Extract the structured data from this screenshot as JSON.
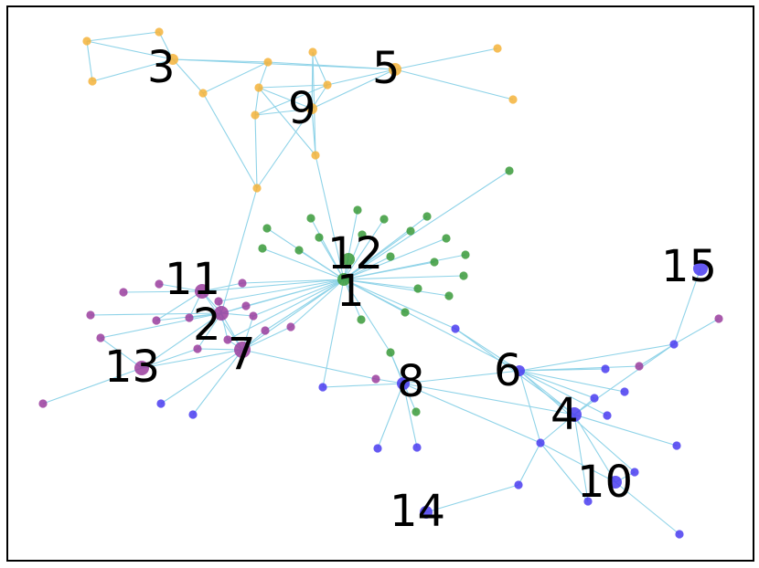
{
  "colors": {
    "orange": "#f5b33a",
    "green": "#3a9a3a",
    "purple": "#9a3d9e",
    "blue": "#4a3cf0",
    "edge": "#8fd3e8",
    "frame": "#000000"
  },
  "hub_labels": [
    {
      "text": "1",
      "cluster": "green"
    },
    {
      "text": "2",
      "cluster": "purple"
    },
    {
      "text": "3",
      "cluster": "orange"
    },
    {
      "text": "4",
      "cluster": "blue"
    },
    {
      "text": "5",
      "cluster": "orange"
    },
    {
      "text": "6",
      "cluster": "blue"
    },
    {
      "text": "7",
      "cluster": "purple"
    },
    {
      "text": "8",
      "cluster": "blue"
    },
    {
      "text": "9",
      "cluster": "orange"
    },
    {
      "text": "10",
      "cluster": "blue"
    },
    {
      "text": "11",
      "cluster": "purple"
    },
    {
      "text": "12",
      "cluster": "green"
    },
    {
      "text": "13",
      "cluster": "purple"
    },
    {
      "text": "14",
      "cluster": "blue"
    },
    {
      "text": "15",
      "cluster": "blue"
    }
  ]
}
